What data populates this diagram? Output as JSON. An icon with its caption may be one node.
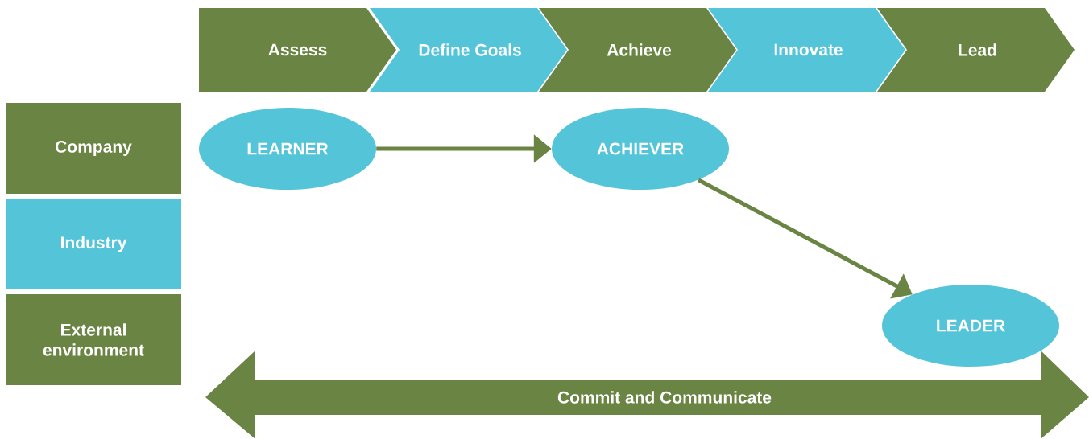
{
  "diagram": {
    "nodes": [
      {
        "text": [
          "Assess"
        ]
      },
      {
        "text": [
          "Define Goals"
        ]
      },
      {
        "text": [
          "Achieve"
        ]
      },
      {
        "text": [
          "Innovate"
        ]
      },
      {
        "text": [
          "Lead"
        ]
      },
      {
        "text": [
          "Company"
        ]
      },
      {
        "text": [
          "Industry"
        ]
      },
      {
        "text": [
          "External environment"
        ]
      },
      {
        "text": [
          "LEARNER"
        ]
      },
      {
        "text": [
          "ACHIEVER"
        ]
      },
      {
        "text": [
          "LEADER"
        ]
      },
      {
        "text": [
          "Commit and Communicate"
        ]
      }
    ],
    "edges": [
      {
        "from": 8,
        "to": 9,
        "arrow": "to"
      },
      {
        "from": 9,
        "to": 10,
        "arrow": "to"
      }
    ]
  }
}
